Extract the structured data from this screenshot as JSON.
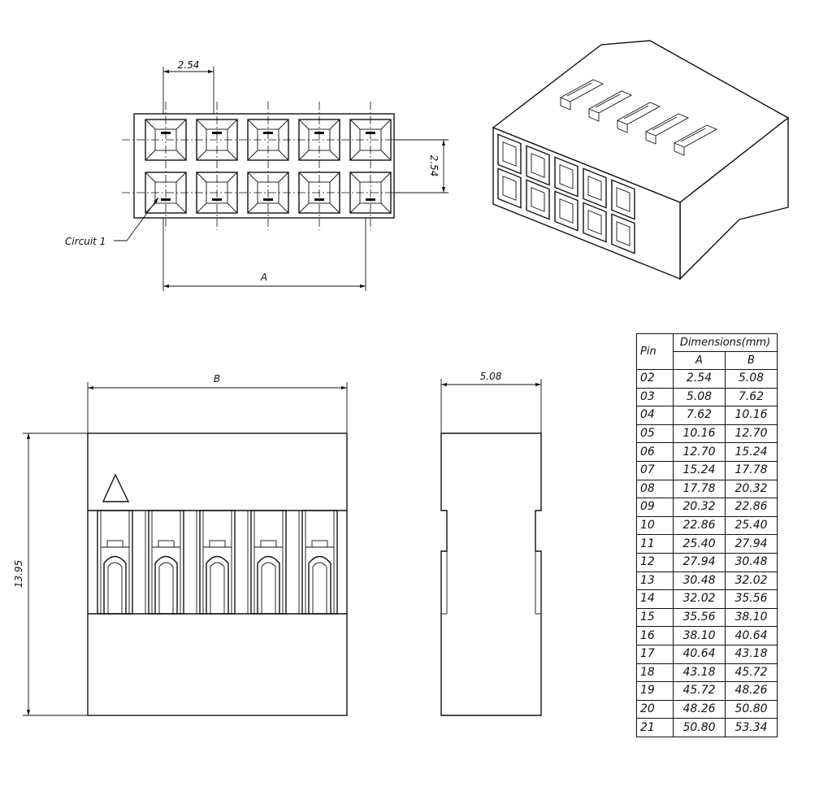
{
  "top_view": {
    "pitch_x_label": "2.54",
    "pitch_y_label": "2.54",
    "dim_a_label": "A",
    "circuit_label": "Circuit 1"
  },
  "front_view": {
    "dim_b_label": "B",
    "height_label": "13.95"
  },
  "side_view": {
    "width_label": "5.08"
  },
  "table": {
    "pin_header": "Pin",
    "group_header": "Dimensions(mm)",
    "col_a": "A",
    "col_b": "B",
    "rows": [
      {
        "pin": "02",
        "a": "2.54",
        "b": "5.08"
      },
      {
        "pin": "03",
        "a": "5.08",
        "b": "7.62"
      },
      {
        "pin": "04",
        "a": "7.62",
        "b": "10.16"
      },
      {
        "pin": "05",
        "a": "10.16",
        "b": "12.70"
      },
      {
        "pin": "06",
        "a": "12.70",
        "b": "15.24"
      },
      {
        "pin": "07",
        "a": "15.24",
        "b": "17.78"
      },
      {
        "pin": "08",
        "a": "17.78",
        "b": "20.32"
      },
      {
        "pin": "09",
        "a": "20.32",
        "b": "22.86"
      },
      {
        "pin": "10",
        "a": "22.86",
        "b": "25.40"
      },
      {
        "pin": "11",
        "a": "25.40",
        "b": "27.94"
      },
      {
        "pin": "12",
        "a": "27.94",
        "b": "30.48"
      },
      {
        "pin": "13",
        "a": "30.48",
        "b": "32.02"
      },
      {
        "pin": "14",
        "a": "32.02",
        "b": "35.56"
      },
      {
        "pin": "15",
        "a": "35.56",
        "b": "38.10"
      },
      {
        "pin": "16",
        "a": "38.10",
        "b": "40.64"
      },
      {
        "pin": "17",
        "a": "40.64",
        "b": "43.18"
      },
      {
        "pin": "18",
        "a": "43.18",
        "b": "45.72"
      },
      {
        "pin": "19",
        "a": "45.72",
        "b": "48.26"
      },
      {
        "pin": "20",
        "a": "48.26",
        "b": "50.80"
      },
      {
        "pin": "21",
        "a": "50.80",
        "b": "53.34"
      }
    ]
  }
}
